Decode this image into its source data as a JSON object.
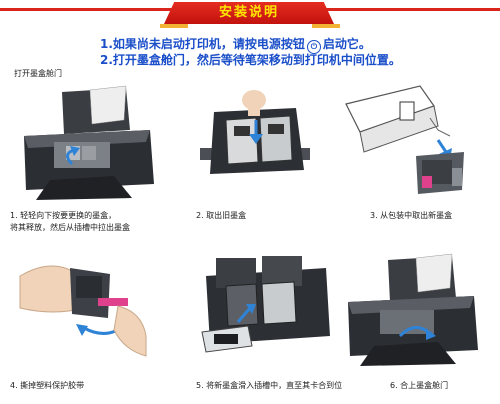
{
  "banner": {
    "title": "安装说明"
  },
  "instructions": {
    "line1_pre": "1.如果尚未启动打印机，请按电源按钮",
    "line1_icon": "power-icon",
    "line1_post": "启动它。",
    "line2": "2.打开墨盒舱门，然后等待笔架移动到打印机中间位置。"
  },
  "section_label": "打开墨盒舱门",
  "steps": [
    {
      "line1": "1. 轻轻向下按要更换的墨盒，",
      "line2": "将其释放，然后从插槽中拉出墨盒"
    },
    {
      "line1": "2. 取出旧墨盒"
    },
    {
      "line1": "3. 从包装中取出新墨盒"
    },
    {
      "line1": "4. 撕掉塑料保护胶带"
    },
    {
      "line1": "5. 将新墨盒滑入插槽中，直至其卡合到位"
    },
    {
      "line1": "6. 合上墨盒舱门"
    }
  ],
  "colors": {
    "banner_red": "#d9251c",
    "title_yellow": "#ffe600",
    "instruction_blue": "#1b4fc9",
    "arrow_blue": "#2f83d6",
    "cartridge_magenta": "#e0418c"
  }
}
